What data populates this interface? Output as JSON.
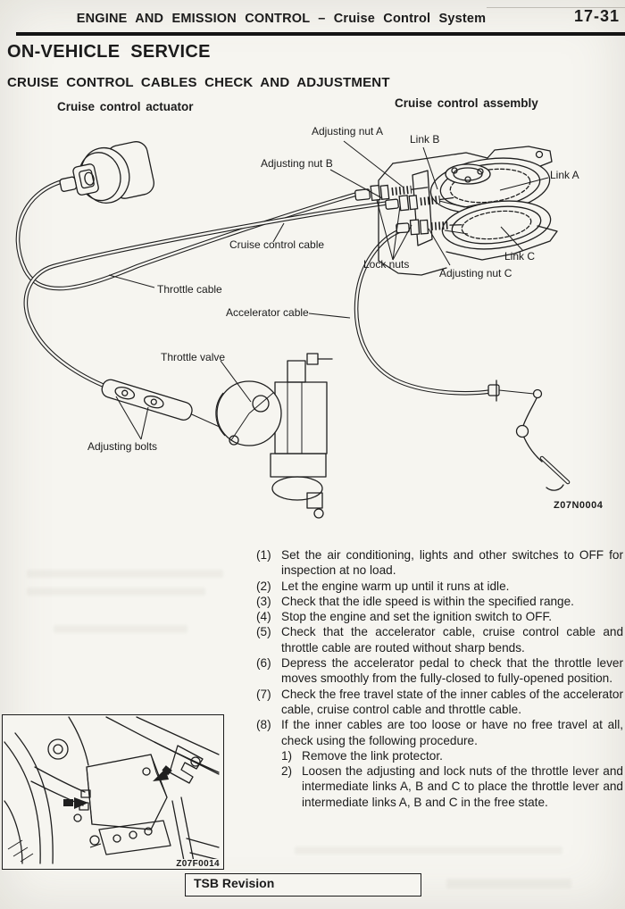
{
  "header": {
    "title": "ENGINE AND EMISSION CONTROL – Cruise Control System",
    "page_number": "17-31"
  },
  "section_title": "ON-VEHICLE SERVICE",
  "subsection_title": "CRUISE CONTROL CABLES CHECK AND ADJUSTMENT",
  "diagram": {
    "left_title": "Cruise control actuator",
    "right_title": "Cruise control assembly",
    "figure_id": "Z07N0004",
    "labels": {
      "adjusting_nut_a": "Adjusting nut A",
      "link_b": "Link B",
      "adjusting_nut_b": "Adjusting nut B",
      "link_a": "Link A",
      "cruise_control_cable": "Cruise control cable",
      "lock_nuts": "Lock nuts",
      "adjusting_nut_c": "Adjusting nut C",
      "link_c": "Link C",
      "throttle_cable": "Throttle cable",
      "accelerator_cable": "Accelerator cable",
      "throttle_valve": "Throttle valve",
      "adjusting_bolts": "Adjusting bolts"
    }
  },
  "instructions": [
    {
      "num": "(1)",
      "text": "Set the air conditioning, lights and other switches to OFF for inspection at no load."
    },
    {
      "num": "(2)",
      "text": "Let the engine warm up until it runs at idle."
    },
    {
      "num": "(3)",
      "text": "Check that the idle speed is within the specified range."
    },
    {
      "num": "(4)",
      "text": "Stop the engine and set the ignition switch to OFF."
    },
    {
      "num": "(5)",
      "text": "Check that the accelerator cable, cruise control cable and throttle cable are routed without sharp bends."
    },
    {
      "num": "(6)",
      "text": "Depress the accelerator pedal to check that the throttle lever moves smoothly from the fully-closed to fully-opened position."
    },
    {
      "num": "(7)",
      "text": "Check the free travel state of the inner cables of the accelerator cable, cruise control cable and throttle cable."
    },
    {
      "num": "(8)",
      "text": "If the inner cables are too loose or have no free travel at all, check using the following procedure."
    },
    {
      "num": "1)",
      "text": "Remove the link protector."
    },
    {
      "num": "2)",
      "text": "Loosen the adjusting and lock nuts of the throttle lever and intermediate links A, B and C to place the throttle lever and intermediate links A, B and C in the free state."
    }
  ],
  "inset": {
    "figure_id": "Z07F0014"
  },
  "footer": {
    "tsb_label": "TSB Revision"
  },
  "colors": {
    "ink": "#1f1f1f",
    "paper": "#f6f5f0"
  }
}
